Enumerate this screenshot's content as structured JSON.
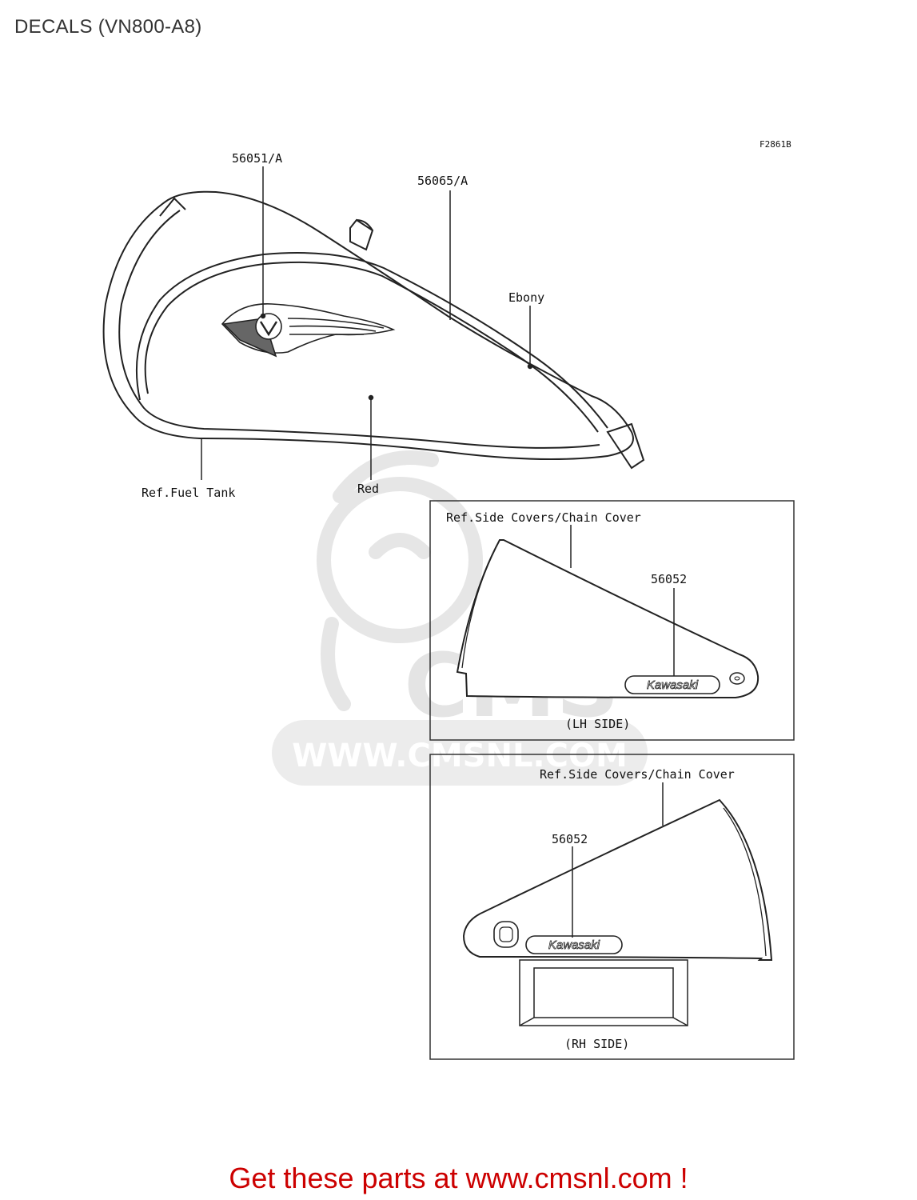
{
  "page": {
    "title": "DECALS (VN800-A8)",
    "figure_code": "F2861B",
    "cta_text": "Get these parts at www.cmsnl.com !"
  },
  "watermark": {
    "brand": "CMS",
    "url": "WWW.CMSNL.COM"
  },
  "tank": {
    "part_emblem": "56051/A",
    "part_stripe": "56065/A",
    "color_top": "Ebony",
    "color_main": "Red",
    "ref_label": "Ref.Fuel Tank"
  },
  "lh_panel": {
    "ref_label": "Ref.Side Covers/Chain Cover",
    "part": "56052",
    "decal_text": "Kawasaki",
    "side_label": "(LH SIDE)"
  },
  "rh_panel": {
    "ref_label": "Ref.Side Covers/Chain Cover",
    "part": "56052",
    "decal_text": "Kawasaki",
    "side_label": "(RH SIDE)"
  },
  "colors": {
    "line": "#222222",
    "cta": "#cc0000",
    "watermark": "#e6e6e6"
  }
}
